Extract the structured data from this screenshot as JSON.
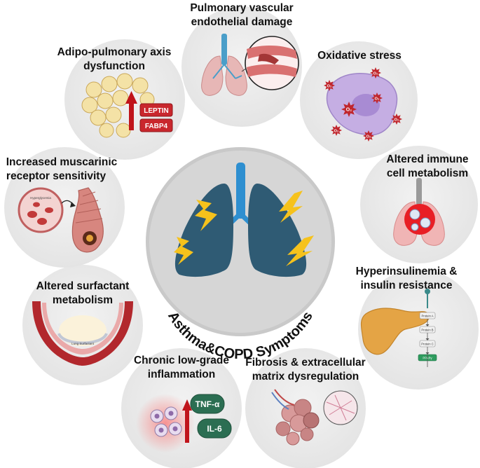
{
  "center": {
    "title": "Asthma&COPD Symptoms"
  },
  "nodes": {
    "vascular": {
      "line1": "Pulmonary vascular",
      "line2": "endothelial damage"
    },
    "oxidative": {
      "line1": "Oxidative stress",
      "o2": "O₂"
    },
    "immune": {
      "line1": "Altered immune",
      "line2": "cell metabolism"
    },
    "insulin": {
      "line1": "Hyperinsulinemia &",
      "line2": "insulin resistance",
      "steps": [
        "Protein A",
        "Protein B",
        "Protein C",
        "PPARγ"
      ]
    },
    "fibrosis": {
      "line1": "Fibrosis & extracellular",
      "line2": "matrix dysregulation"
    },
    "inflammation": {
      "line1": "Chronic low-grade",
      "line2": "inflammation",
      "markers": [
        "TNF-α",
        "IL-6"
      ]
    },
    "surfactant": {
      "line1": "Altered surfactant",
      "line2": "metabolism",
      "small": "Lung Surfactant"
    },
    "muscarinic": {
      "line1": "Increased muscarinic",
      "line2": "receptor sensitivity",
      "small": "Hyperglycemia"
    },
    "adipo": {
      "line1": "Adipo-pulmonary axis",
      "line2": "dysfunction",
      "markers": [
        "LEPTIN",
        "FABP4"
      ]
    }
  },
  "colors": {
    "circle_fill": "#ececec",
    "lung_dark": "#2f5b74",
    "trachea": "#2e8fd0",
    "bolt": "#f6c21c",
    "marker_red": "#c9272d",
    "pill_green": "#2b6e52",
    "arrow_red": "#c0141b"
  }
}
